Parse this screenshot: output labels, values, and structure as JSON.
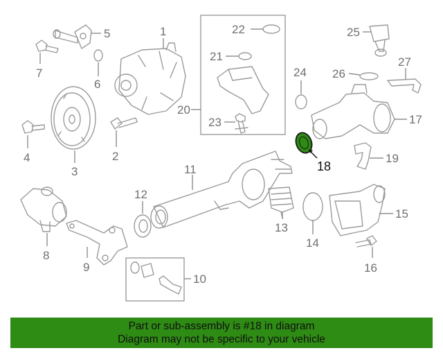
{
  "callouts": {
    "p1": "1",
    "p2": "2",
    "p3": "3",
    "p4": "4",
    "p5": "5",
    "p6": "6",
    "p7": "7",
    "p8": "8",
    "p9": "9",
    "p10": "10",
    "p11": "11",
    "p12": "12",
    "p13": "13",
    "p14": "14",
    "p15": "15",
    "p16": "16",
    "p17": "17",
    "p18": "18",
    "p19": "19",
    "p20": "20",
    "p21": "21",
    "p22": "22",
    "p23": "23",
    "p24": "24",
    "p25": "25",
    "p26": "26",
    "p27": "27"
  },
  "highlight": {
    "part": "18",
    "color": "#2e8b14"
  },
  "banner": {
    "line1": "Part or sub-assembly is #18 in diagram",
    "line2": "Diagram may not be specific to your vehicle",
    "background": "#2e8b14"
  }
}
